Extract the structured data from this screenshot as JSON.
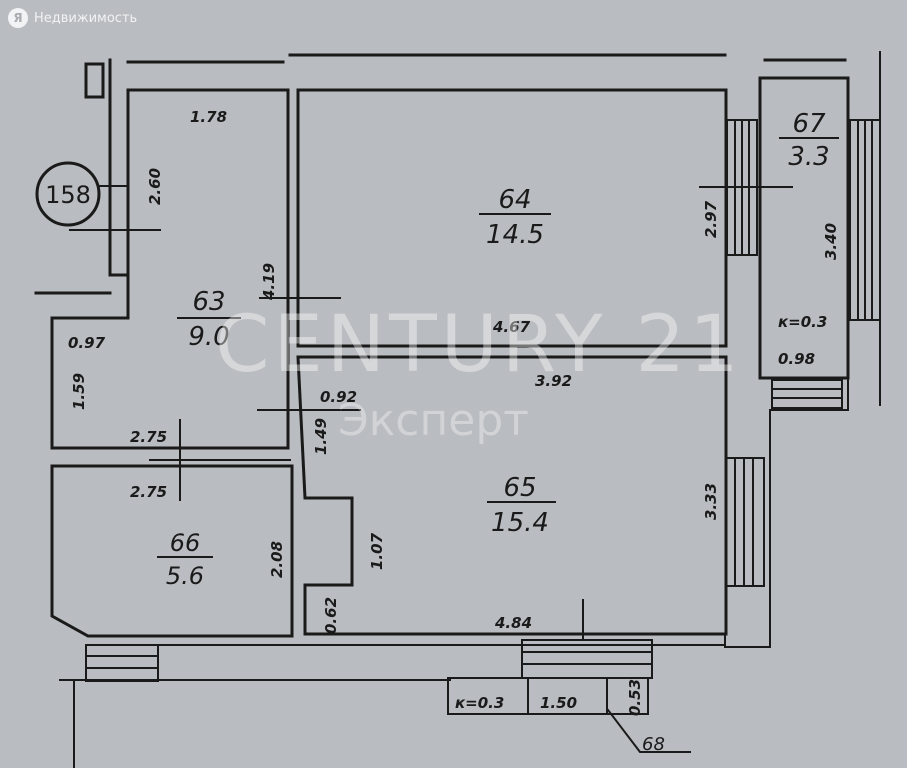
{
  "brand": {
    "name": "Недвижимость",
    "logo_letter": "Я"
  },
  "watermark": {
    "line1": "CENTURY 21",
    "line2": "Эксперт"
  },
  "apartment_number": "158",
  "rooms": [
    {
      "id": "r63",
      "number": "63",
      "area": "9.0"
    },
    {
      "id": "r64",
      "number": "64",
      "area": "14.5"
    },
    {
      "id": "r65",
      "number": "65",
      "area": "15.4"
    },
    {
      "id": "r66",
      "number": "66",
      "area": "5.6"
    },
    {
      "id": "r67",
      "number": "67",
      "area": "3.3"
    }
  ],
  "dimensions": {
    "d178": "1.78",
    "d260": "2.60",
    "d419": "4.19",
    "d097": "0.97",
    "d159": "1.59",
    "d275a": "2.75",
    "d275b": "2.75",
    "d208": "2.08",
    "d297": "2.97",
    "d467": "4.67",
    "d392": "3.92",
    "d092": "0.92",
    "d149": "1.49",
    "d107": "1.07",
    "d062": "0.62",
    "d484": "4.84",
    "d333": "3.33",
    "d340": "3.40",
    "d098": "0.98",
    "k03a": "к=0.3",
    "k03b": "к=0.3",
    "d150": "1.50",
    "d053": "0.53",
    "d68": "68"
  }
}
